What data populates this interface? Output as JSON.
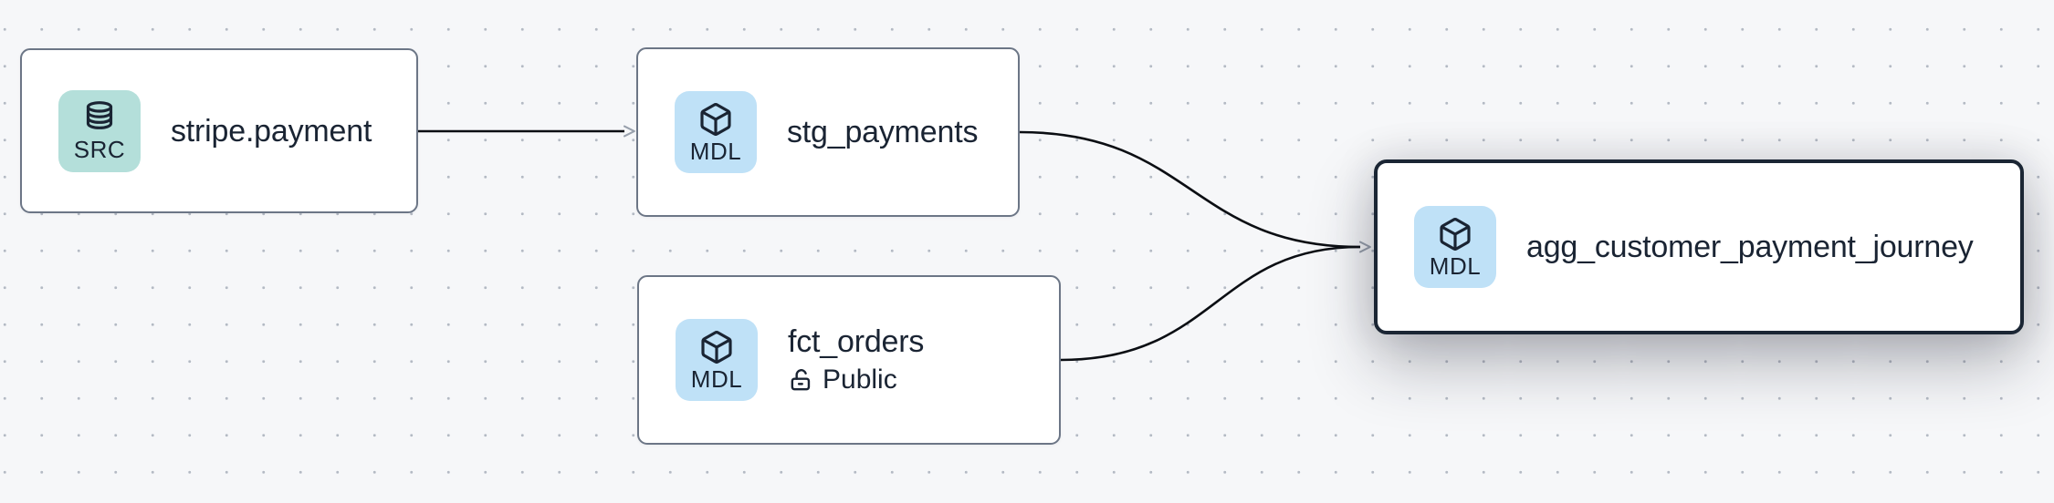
{
  "diagram": {
    "kind": "data-lineage-graph",
    "nodes": [
      {
        "id": "stripe.payment",
        "label": "stripe.payment",
        "badge_label": "SRC",
        "badge_icon": "database-icon",
        "node_type": "source",
        "selected": false
      },
      {
        "id": "stg_payments",
        "label": "stg_payments",
        "badge_label": "MDL",
        "badge_icon": "cube-icon",
        "node_type": "model",
        "selected": false
      },
      {
        "id": "fct_orders",
        "label": "fct_orders",
        "badge_label": "MDL",
        "badge_icon": "cube-icon",
        "node_type": "model",
        "access": "Public",
        "access_icon": "lock-open-icon",
        "selected": false
      },
      {
        "id": "agg_customer_payment_journey",
        "label": "agg_customer_payment_journey",
        "badge_label": "MDL",
        "badge_icon": "cube-icon",
        "node_type": "model",
        "selected": true
      }
    ],
    "edges": [
      {
        "from": "stripe.payment",
        "to": "stg_payments"
      },
      {
        "from": "stg_payments",
        "to": "agg_customer_payment_journey"
      },
      {
        "from": "fct_orders",
        "to": "agg_customer_payment_journey"
      }
    ]
  },
  "colors": {
    "canvas_bg": "#f6f7f9",
    "dot": "#b4bac4",
    "text": "#1a2433",
    "node_border": "#6c7686",
    "selected_border": "#1b2634",
    "src_badge_bg": "#b4dfda",
    "mdl_badge_bg": "#bfe1f7",
    "edge": "#0b0e13",
    "arrowhead": "#98a0ac"
  }
}
